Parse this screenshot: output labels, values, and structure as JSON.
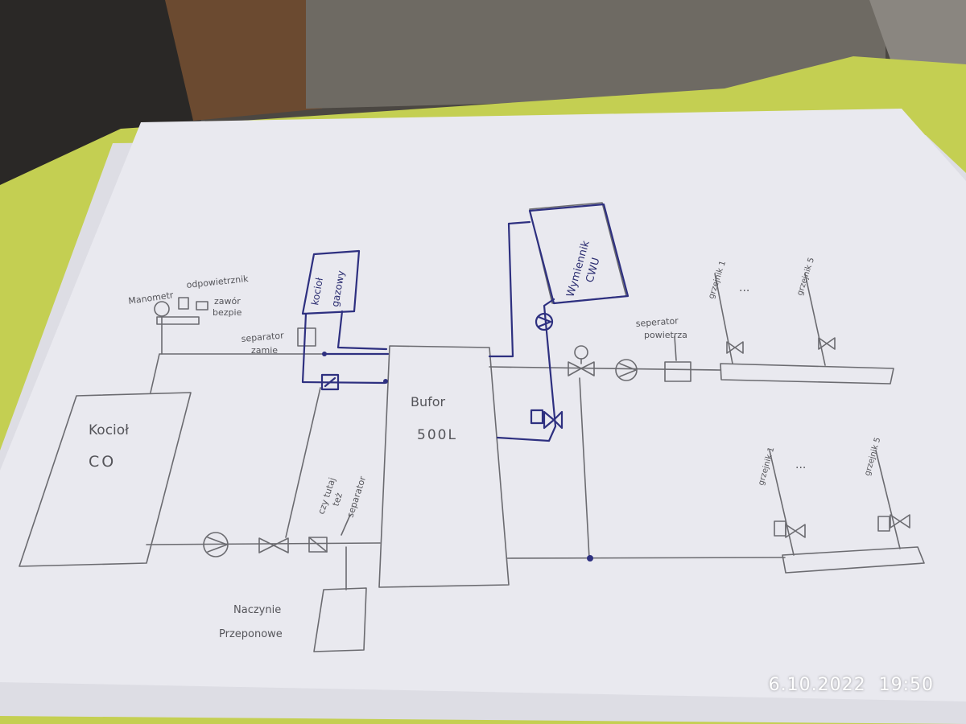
{
  "labels": {
    "manometr": "Manometr",
    "odpowietrznik": "odpowietrznik",
    "zawor_l1": "zawór",
    "zawor_l2": "bezpie",
    "separator_l1": "separator",
    "separator_l2": "zamie",
    "kocio_gazowy_l1": "kocioł",
    "kocio_gazowy_l2": "gazowy",
    "wymiennik_l1": "Wymiennik",
    "wymiennik_l2": "CWU",
    "separator_powietrza_l1": "seperator",
    "separator_powietrza_l2": "powietrza",
    "grzejnik_1_top": "grzejnik 1",
    "grzejnik_5_top": "grzejnik 5",
    "dots_top": "...",
    "kociol_l1": "Kocioł",
    "kociol_l2": "CO",
    "bufor_l1": "Bufor",
    "bufor_l2": "500L",
    "note_l1": "czy tutaj",
    "note_l2": "też",
    "note_l3": "separator",
    "grzejnik_1_bottom": "grzejnik 1",
    "grzejnik_5_bottom": "grzejnik 5",
    "dots_bottom": "...",
    "naczynie_l1": "Naczynie",
    "naczynie_l2": "Przeponowe"
  },
  "timestamp": {
    "date": "6.10.2022",
    "time": "19:50"
  }
}
